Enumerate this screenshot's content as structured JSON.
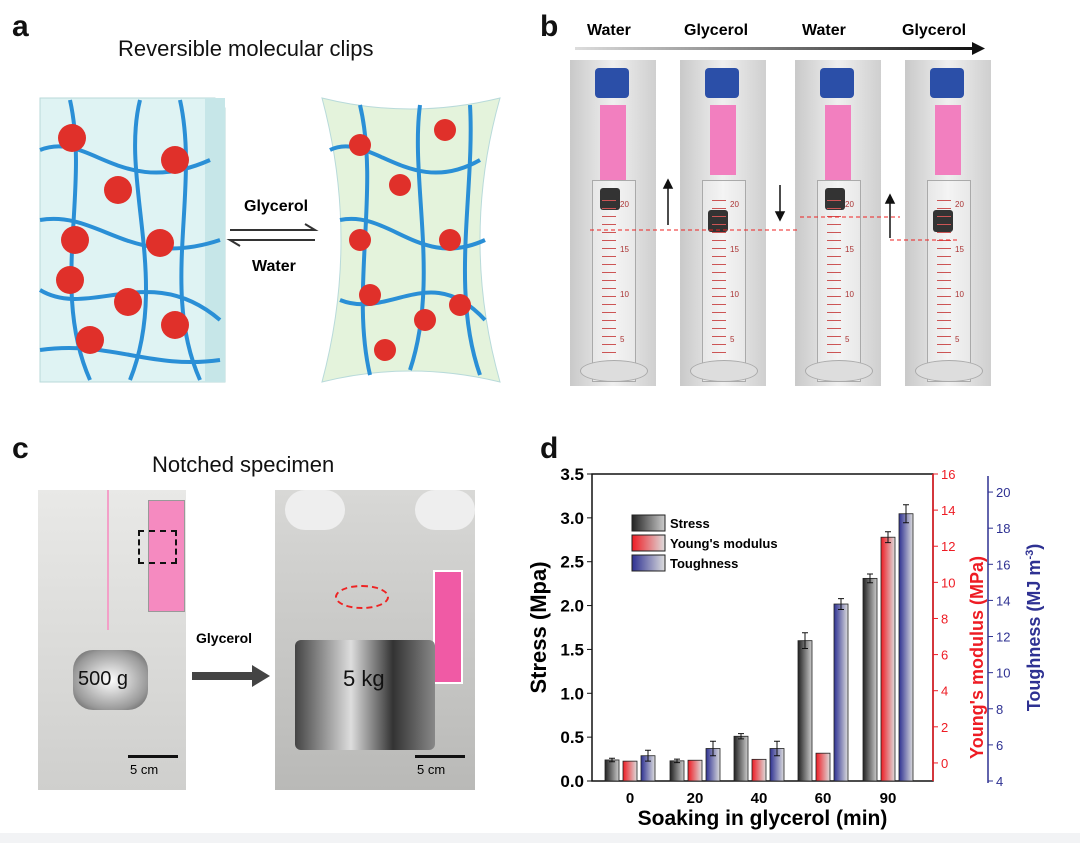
{
  "panel_a": {
    "label": "a",
    "title": "Reversible molecular clips",
    "forward": "Glycerol",
    "reverse": "Water"
  },
  "panel_b": {
    "label": "b",
    "sequence": [
      "Water",
      "Glycerol",
      "Water",
      "Glycerol"
    ],
    "cylinder_ticks": [
      "20",
      "15",
      "10",
      "5"
    ]
  },
  "panel_c": {
    "label": "c",
    "title": "Notched specimen",
    "arrow_label": "Glycerol",
    "weight1": "500 g",
    "weight2": "5 kg",
    "scale1": "5 cm",
    "scale2": "5 cm"
  },
  "panel_d": {
    "label": "d"
  },
  "colors": {
    "stress": "#333333",
    "young": "#ee1c24",
    "tough": "#2e3192"
  },
  "chart_data": {
    "type": "bar",
    "categories": [
      "0",
      "20",
      "40",
      "60",
      "90"
    ],
    "xlabel": "Soaking in glycerol (min)",
    "series": [
      {
        "name": "Stress",
        "axis": "left",
        "values": [
          0.24,
          0.23,
          0.51,
          1.6,
          2.31
        ],
        "errors": [
          0.02,
          0.02,
          0.03,
          0.09,
          0.05
        ]
      },
      {
        "name": "Young's modulus",
        "axis": "right1",
        "values": [
          0.1,
          0.15,
          0.2,
          0.54,
          12.5
        ],
        "errors": [
          0,
          0,
          0,
          0,
          0.3
        ]
      },
      {
        "name": "Toughness",
        "axis": "right2",
        "values": [
          5.4,
          5.8,
          5.8,
          13.8,
          18.8
        ],
        "errors": [
          0.3,
          0.4,
          0.4,
          0.3,
          0.5
        ]
      }
    ],
    "axes": {
      "left": {
        "label": "Stress (Mpa)",
        "range": [
          0,
          3.5
        ],
        "ticks": [
          "0.0",
          "0.5",
          "1.0",
          "1.5",
          "2.0",
          "2.5",
          "3.0",
          "3.5"
        ]
      },
      "right1": {
        "label": "Young's modulus (MPa)",
        "range": [
          -1,
          16
        ],
        "ticks": [
          "0",
          "2",
          "4",
          "6",
          "8",
          "10",
          "12",
          "14",
          "16"
        ]
      },
      "right2": {
        "label": "Toughness (MJ m",
        "label_sup": "-3",
        "label_end": ")",
        "range": [
          4,
          21
        ],
        "ticks": [
          "4",
          "6",
          "8",
          "10",
          "12",
          "14",
          "16",
          "18",
          "20"
        ]
      }
    },
    "legend_position": "top-left"
  }
}
